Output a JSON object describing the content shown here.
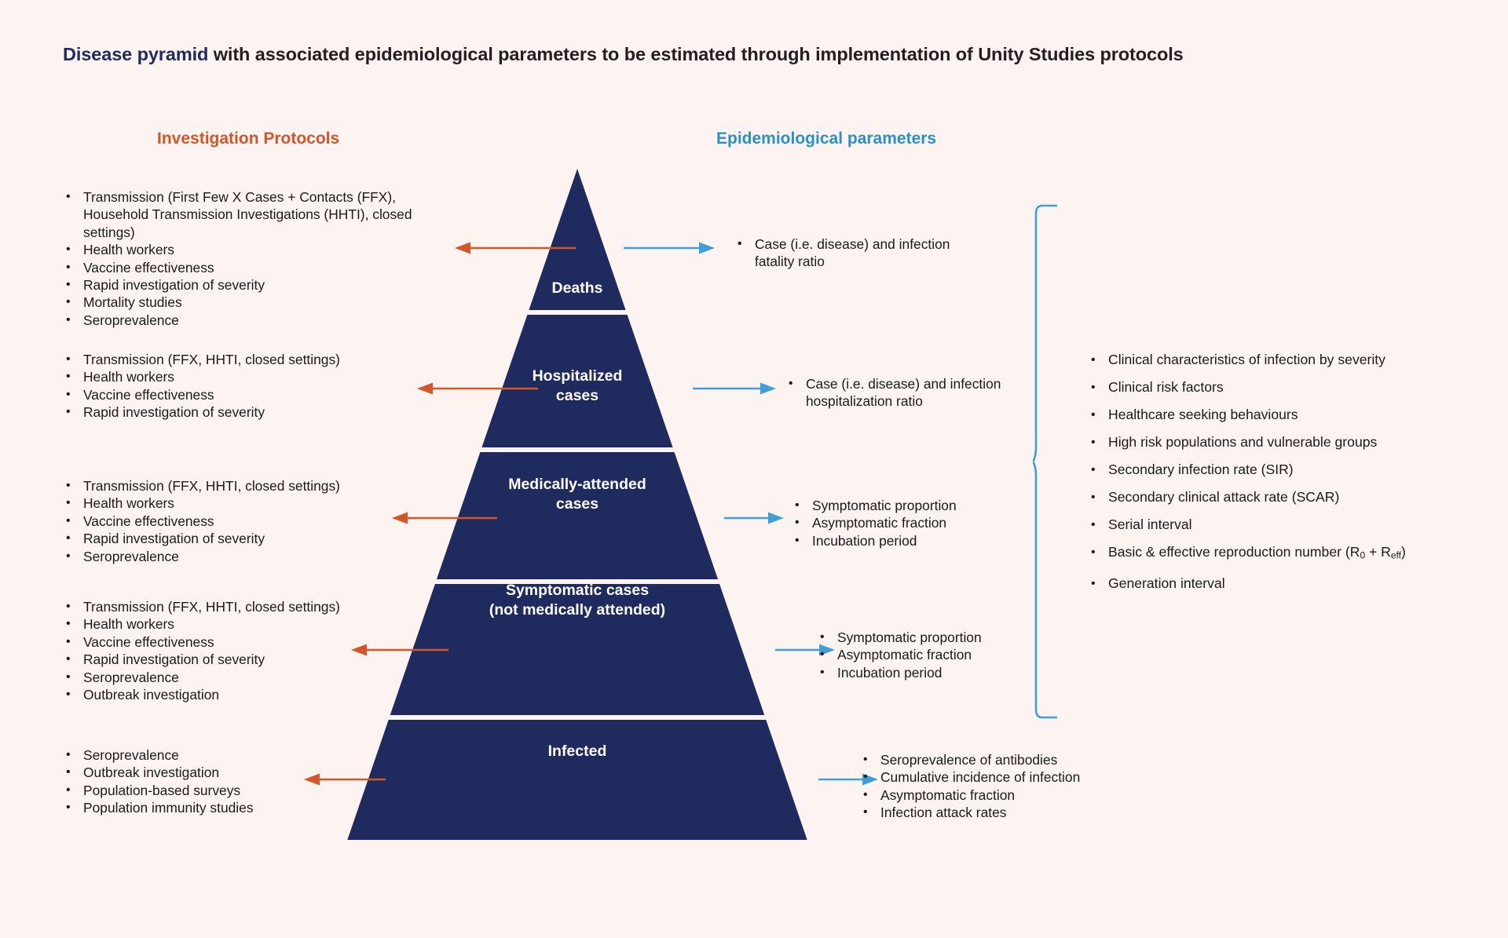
{
  "title": {
    "highlight": "Disease pyramid",
    "rest": " with associated epidemiological parameters to be estimated through implementation of Unity Studies protocols"
  },
  "colors": {
    "background": "#fdf4f1",
    "pyramid_fill": "#1f2a5e",
    "protocols_accent": "#d2562a",
    "parameters_accent": "#2b90c4",
    "title_highlight": "#1f2a5e",
    "text": "#1a1a1a"
  },
  "headers": {
    "protocols": "Investigation Protocols",
    "parameters": "Epidemiological parameters"
  },
  "pyramid": {
    "tiers": [
      {
        "label": "Deaths"
      },
      {
        "label": "Hospitalized\ncases"
      },
      {
        "label": "Medically-attended\ncases"
      },
      {
        "label": "Symptomatic cases\n(not medically attended)"
      },
      {
        "label": "Infected"
      }
    ]
  },
  "protocols": [
    {
      "tier": "Deaths",
      "items": [
        "Transmission (First Few X Cases + Contacts (FFX), Household Transmission Investigations (HHTI), closed settings)",
        "Health workers",
        "Vaccine effectiveness",
        "Rapid investigation of severity",
        "Mortality studies",
        "Seroprevalence"
      ]
    },
    {
      "tier": "Hospitalized cases",
      "items": [
        "Transmission (FFX, HHTI, closed settings)",
        "Health workers",
        "Vaccine effectiveness",
        "Rapid investigation of severity"
      ]
    },
    {
      "tier": "Medically-attended cases",
      "items": [
        "Transmission (FFX, HHTI, closed settings)",
        "Health workers",
        "Vaccine effectiveness",
        "Rapid investigation of severity",
        "Seroprevalence"
      ]
    },
    {
      "tier": "Symptomatic cases (not medically attended)",
      "items": [
        "Transmission (FFX, HHTI, closed settings)",
        "Health workers",
        "Vaccine effectiveness",
        "Rapid investigation of severity",
        "Seroprevalence",
        "Outbreak investigation"
      ]
    },
    {
      "tier": "Infected",
      "items": [
        "Seroprevalence",
        "Outbreak investigation",
        "Population-based surveys",
        "Population immunity studies"
      ]
    }
  ],
  "parameters": [
    {
      "tier": "Deaths",
      "items": [
        "Case (i.e. disease) and infection fatality ratio"
      ]
    },
    {
      "tier": "Hospitalized cases",
      "items": [
        "Case (i.e. disease) and infection hospitalization ratio"
      ]
    },
    {
      "tier": "Medically-attended cases",
      "items": [
        "Symptomatic proportion",
        "Asymptomatic fraction",
        "Incubation period"
      ]
    },
    {
      "tier": "Symptomatic cases (not medically attended)",
      "items": [
        "Symptomatic proportion",
        "Asymptomatic fraction",
        "Incubation period"
      ]
    },
    {
      "tier": "Infected",
      "items": [
        "Seroprevalence of antibodies",
        "Cumulative incidence of infection",
        "Asymptomatic fraction",
        "Infection attack rates"
      ]
    }
  ],
  "cross_cutting": {
    "items": [
      "Clinical characteristics of infection by severity",
      "Clinical risk factors",
      "Healthcare seeking behaviours",
      "High risk populations and vulnerable groups",
      "Secondary infection rate (SIR)",
      "Secondary clinical attack rate (SCAR)",
      "Serial interval",
      "Basic & effective reproduction number (R0 + Reff)",
      "Generation interval"
    ],
    "reproduction_number": {
      "prefix": "Basic & effective reproduction number (R",
      "sub1": "0",
      "mid": " + R",
      "sub2": "eff",
      "suffix": ")"
    }
  }
}
